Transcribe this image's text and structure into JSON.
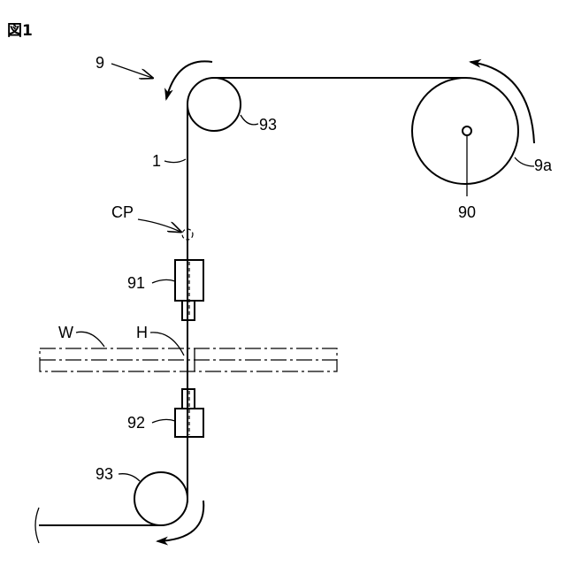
{
  "figure": {
    "title": "図1"
  },
  "labels": {
    "apparatus": "9",
    "roller_top": "93",
    "roller_bottom": "93",
    "reel": "9a",
    "reel_axis": "90",
    "wire": "1",
    "cut_point": "CP",
    "upper_guide": "91",
    "lower_guide": "92",
    "workpiece": "W",
    "hole": "H"
  }
}
